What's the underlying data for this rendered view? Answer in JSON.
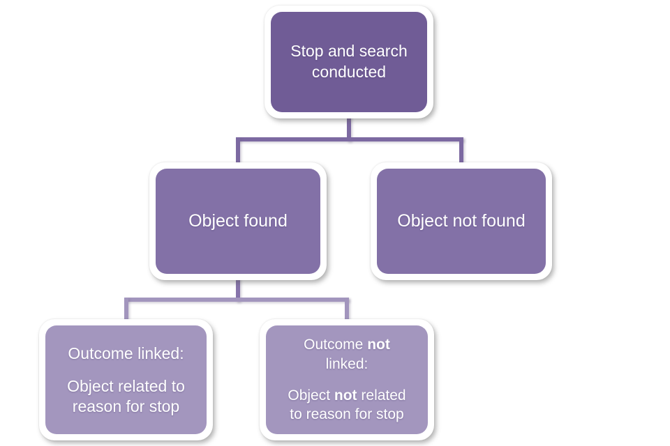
{
  "background_color": "#ffffff",
  "text_color": "#ffffff",
  "frame_color": "#ffffff",
  "connector_colors": {
    "level1": "#7c69a1",
    "level2_stub": "#8673aa",
    "level2": "#a295bd"
  },
  "nodes": {
    "root": {
      "text": "Stop and search conducted",
      "fill": "#705c96",
      "rich": [
        [
          {
            "t": "Stop and search\nconducted",
            "b": false
          }
        ]
      ]
    },
    "object_found": {
      "text": "Object found",
      "fill": "#8371a7",
      "rich": [
        [
          {
            "t": "Object found",
            "b": false
          }
        ]
      ]
    },
    "object_not_found": {
      "text": "Object not found",
      "fill": "#8371a7",
      "rich": [
        [
          {
            "t": "Object not found",
            "b": false
          }
        ]
      ]
    },
    "outcome_linked": {
      "text": "Outcome linked: Object related to reason for stop",
      "fill": "#a396be",
      "rich": [
        [
          {
            "t": "Outcome linked:",
            "b": false
          }
        ],
        [
          {
            "t": "Object related to\nreason for stop",
            "b": false
          }
        ]
      ]
    },
    "outcome_not_linked": {
      "text": "Outcome not linked: Object not related to reason for stop",
      "fill": "#a396be",
      "rich": [
        [
          {
            "t": "Outcome ",
            "b": false
          },
          {
            "t": "not",
            "b": true
          },
          {
            "t": "\nlinked:",
            "b": false
          }
        ],
        [
          {
            "t": "Object ",
            "b": false
          },
          {
            "t": "not",
            "b": true
          },
          {
            "t": " related\nto reason for stop",
            "b": false
          }
        ]
      ]
    }
  },
  "edges": [
    {
      "from": "root",
      "to": "object_found"
    },
    {
      "from": "root",
      "to": "object_not_found"
    },
    {
      "from": "object_found",
      "to": "outcome_linked"
    },
    {
      "from": "object_found",
      "to": "outcome_not_linked"
    }
  ]
}
